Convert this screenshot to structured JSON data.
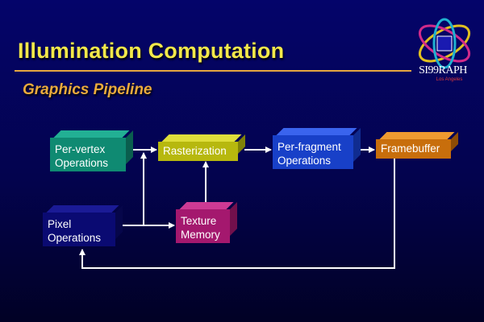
{
  "title": "Illumination Computation",
  "subtitle": "Graphics Pipeline",
  "logo": {
    "text": "SI99RAPH",
    "sub": "Los Angeles"
  },
  "blocks": {
    "per_vertex": {
      "line1": "Per-vertex",
      "line2": "Operations"
    },
    "rasterization": {
      "line1": "Rasterization"
    },
    "per_fragment": {
      "line1": "Per-fragment",
      "line2": "Operations"
    },
    "framebuffer": {
      "line1": "Framebuffer"
    },
    "pixel": {
      "line1": "Pixel",
      "line2": "Operations"
    },
    "texture": {
      "line1": "Texture",
      "line2": "Memory"
    }
  },
  "colors": {
    "background": "#03034e",
    "title": "#f2e84a",
    "subtitle": "#eaaa3c",
    "rule": "#e6a640",
    "per_vertex": "#0f8a72",
    "rasterization": "#b7b80e",
    "per_fragment": "#1840c8",
    "framebuffer": "#c86e0c",
    "pixel": "#0a0a72",
    "texture": "#a4186e",
    "arrows": "#ffffff"
  }
}
